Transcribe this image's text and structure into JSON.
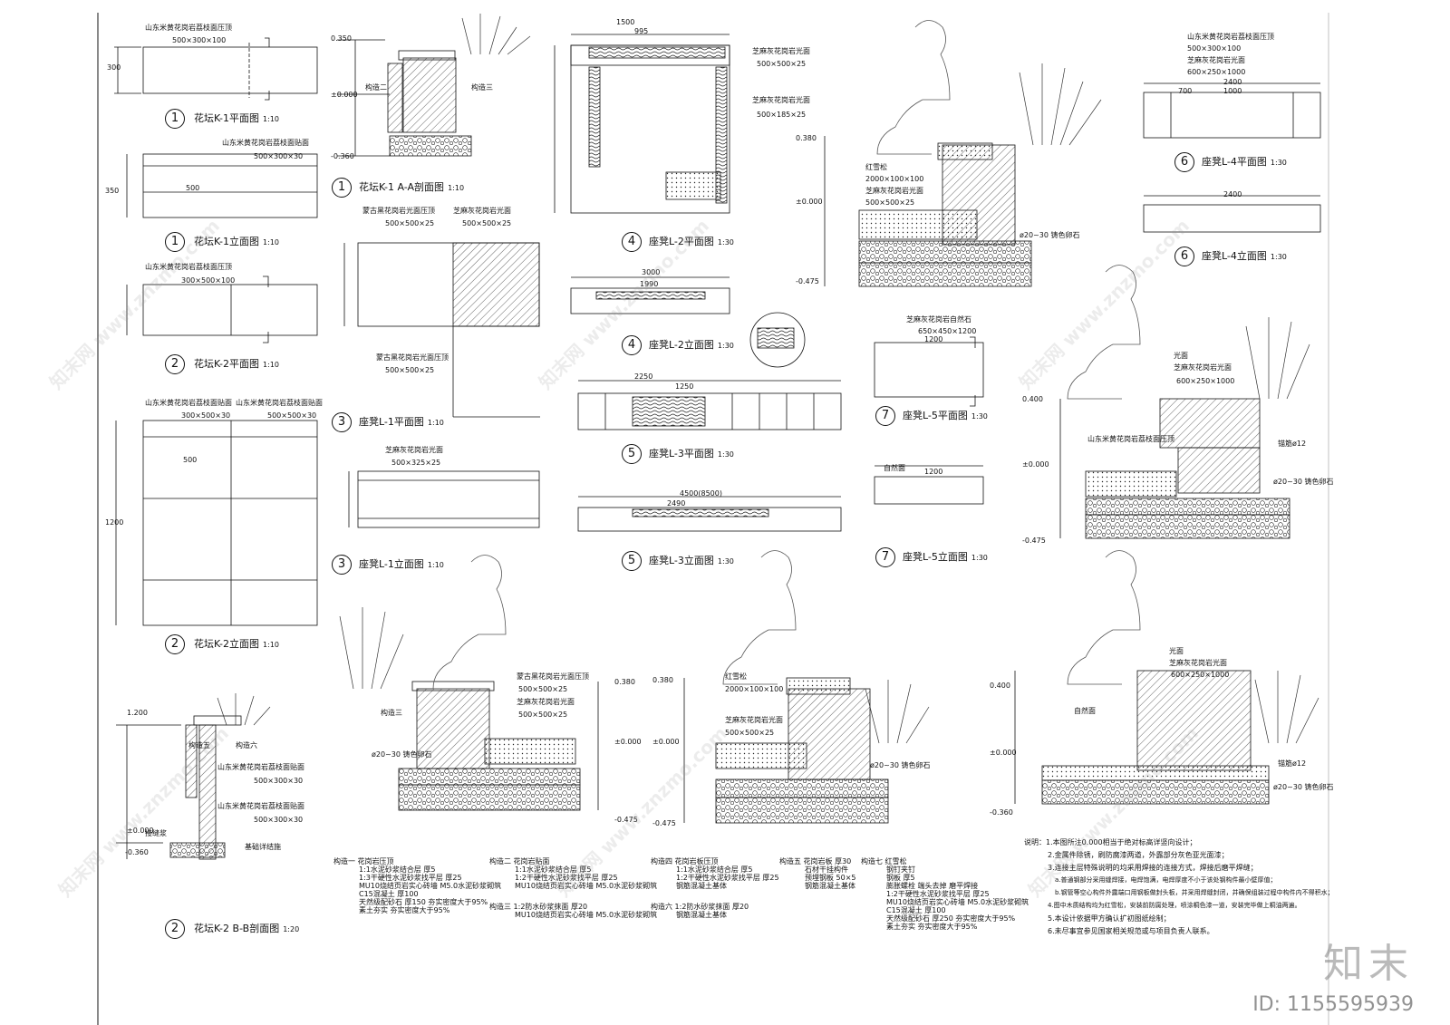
{
  "brand": {
    "logo_text": "知末",
    "id_text": "ID: 1155595939",
    "watermark": "知末网 www.znzmo.com"
  },
  "views": [
    {
      "num": "1",
      "title": "花坛K-1平面图",
      "scale": "1:10"
    },
    {
      "num": "1",
      "title": "花坛K-1立面图",
      "scale": "1:10"
    },
    {
      "num": "2",
      "title": "花坛K-2平面图",
      "scale": "1:10"
    },
    {
      "num": "2",
      "title": "花坛K-2立面图",
      "scale": "1:10"
    },
    {
      "num": "2",
      "title": "花坛K-2 B-B剖面图",
      "scale": "1:20"
    },
    {
      "num": "1",
      "title": "花坛K-1 A-A剖面图",
      "scale": "1:10"
    },
    {
      "num": "3",
      "title": "座凳L-1平面图",
      "scale": "1:10"
    },
    {
      "num": "3",
      "title": "座凳L-1立面图",
      "scale": "1:10"
    },
    {
      "num": "4",
      "title": "座凳L-2平面图",
      "scale": "1:30"
    },
    {
      "num": "4",
      "title": "座凳L-2立面图",
      "scale": "1:30"
    },
    {
      "num": "5",
      "title": "座凳L-3平面图",
      "scale": "1:30"
    },
    {
      "num": "5",
      "title": "座凳L-3立面图",
      "scale": "1:30"
    },
    {
      "num": "6",
      "title": "座凳L-4平面图",
      "scale": "1:30"
    },
    {
      "num": "6",
      "title": "座凳L-4立面图",
      "scale": "1:30"
    },
    {
      "num": "7",
      "title": "座凳L-5平面图",
      "scale": "1:30"
    },
    {
      "num": "7",
      "title": "座凳L-5立面图",
      "scale": "1:30"
    }
  ],
  "labels": {
    "k1_top": "山东米黄花岗岩荔枝面压顶",
    "k1_size": "500×300×100",
    "k1e_top": "山东米黄花岗岩荔枝面贴面",
    "k1e_size": "500×300×30",
    "k2_top": "山东米黄花岗岩荔枝面压顶",
    "k2_size": "300×500×100",
    "k2e_a": "山东米黄花岗岩荔枝面贴面",
    "k2e_b": "山东米黄花岗岩荔枝面贴面",
    "k2e_a_size": "300×500×30",
    "k2e_b_size": "500×500×30",
    "sesame": "芝麻灰花岗岩光面",
    "sesame_s1": "500×500×25",
    "sesame_s2": "500×185×25",
    "mongol": "蒙古黑花岗岩光面压顶",
    "mongol_size": "500×500×25",
    "red": "红雪松",
    "red_size": "2000×100×100",
    "natural": "自然面",
    "gray_nat": "芝麻灰花岗岩自然石",
    "gray_nat_size": "650×450×1200",
    "light": "光面",
    "l4_size": "600×250×1000",
    "l4_top": "500×300×100",
    "pebble": "ø20~30 铸色卵石",
    "bolt": "锚筋ø12",
    "struct2": "构造二",
    "struct3": "构造三",
    "struct5": "构造五",
    "struct6": "构造六",
    "base": "基础详结施",
    "joint": "接缝浆",
    "size_l1": "500×325×25"
  },
  "dims": {
    "d300": "300",
    "d350": "350",
    "d500": "500",
    "d1200": "1200",
    "d1500": "1500",
    "d3000": "3000",
    "d2250": "2250",
    "d2400": "2400",
    "d4500": "4500(8500)",
    "d995": "995",
    "d1990": "1990",
    "d1250": "1250",
    "d2490": "2490",
    "d700": "700",
    "d1000": "1000",
    "e0350": "0.350",
    "e0": "±0.000",
    "em0360": "-0.360",
    "e0380": "0.380",
    "e0400": "0.400",
    "em0475": "-0.475",
    "e1200": "1.200"
  },
  "notes": {
    "left": [
      "构造一 花岗岩压顶",
      "1:1水泥砂浆结合层 厚5",
      "1:3干硬性水泥砂浆找平层 厚25",
      "MU10烧结页岩实心砖墙 M5.0水泥砂浆砌筑",
      "C15混凝土 厚100",
      "天然级配砂石 厚150 夯实密度大于95%",
      "素土夯实 夯实密度大于95%"
    ],
    "mid": [
      "构造二 花岗岩贴面",
      "1:1水泥砂浆结合层 厚5",
      "1:2干硬性水泥砂浆找平层 厚25",
      "MU10烧结页岩实心砖墙 M5.0水泥砂浆砌筑",
      "构造三 1:2防水砂浆抹面 厚20",
      "MU10烧结页岩实心砖墙 M5.0水泥砂浆砌筑"
    ],
    "mid2": [
      "构造四 花岗岩板压顶",
      "1:1水泥砂浆结合层 厚5",
      "1:2干硬性水泥砂浆找平层 厚25",
      "钢筋混凝土基体",
      "构造六 1:2防水砂浆抹面 厚20",
      "钢筋混凝土基体"
    ],
    "mid3": [
      "构造五 花岗岩板 厚30",
      "石材干挂构件",
      "预埋钢板 50×5",
      "钢筋混凝土基体"
    ],
    "mid4": [
      "构造七 红雪松",
      "钢钉夹钉",
      "钢板 厚5",
      "膨胀螺栓 端头去掉 磨平焊接",
      "1:2干硬性水泥砂浆找平层 厚25",
      "MU10烧结页岩实心砖墙 M5.0水泥砂浆砌筑",
      "C15混凝土 厚100",
      "天然级配砂石 厚250 夯实密度大于95%",
      "素土夯实 夯实密度大于95%"
    ],
    "right": [
      "说明：1.本图所注0.000相当于绝对标高详竖向设计；",
      "2.金属件除锈，刷防腐漆两道，外露部分灰色亚光面漆；",
      "3.连接主层特殊说明的均采用焊接的连接方式，焊接后磨平焊缝；",
      "a.普通钢部分采用缝焊接，电焊饱满，电焊厚度不小于该处钢构件最小壁厚值；",
      "b.钢管等空心构件外露端口用钢板做封头板，并采用焊缝封闭，并确保组装过程中构件内不得积水；",
      "4.图中木质结构均为红雪松，安装前防腐处理，喷涂桐色漆一道，安装完毕做上桐油两遍。",
      "5.本设计依据甲方确认扩初图纸绘制；",
      "6.未尽事宜参见国家相关规范或与项目负责人联系。"
    ]
  }
}
